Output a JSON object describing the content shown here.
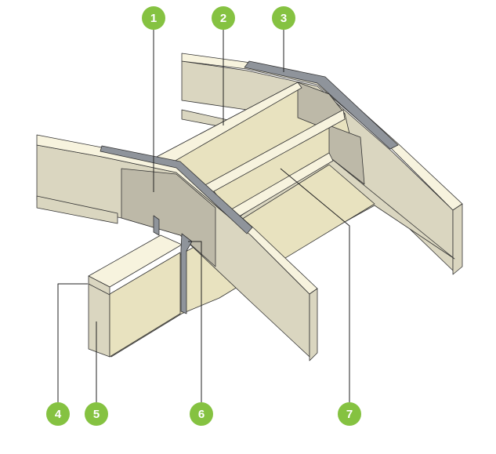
{
  "callouts": [
    {
      "number": "1"
    },
    {
      "number": "2"
    },
    {
      "number": "3"
    },
    {
      "number": "4"
    },
    {
      "number": "5"
    },
    {
      "number": "6"
    },
    {
      "number": "7"
    }
  ],
  "colors": {
    "callout": "#85c241",
    "panel_face": "#dad6c0",
    "panel_top": "#f7f3de",
    "floor": "#e8e2bf",
    "flashing": "#8f949b",
    "shadow": "#bdb9a8"
  }
}
